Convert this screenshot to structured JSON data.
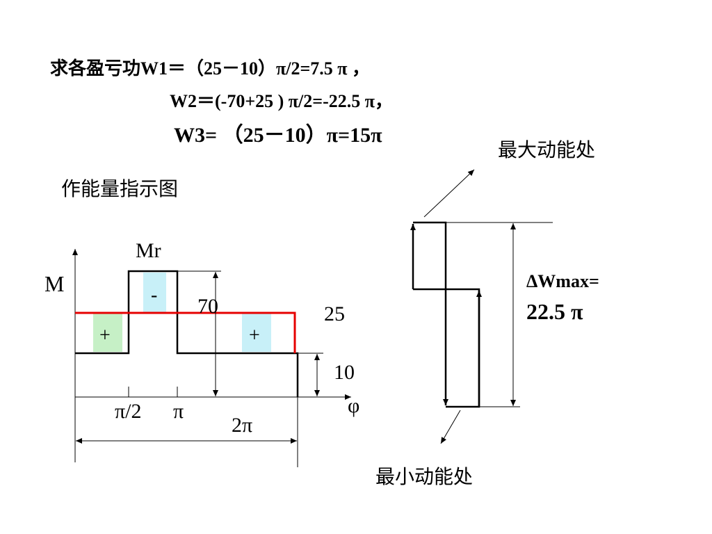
{
  "text": {
    "line1": "求各盈亏功W1＝（25－10）π/2=7.5 π ，",
    "line2": "W2＝(-70+25 ) π/2=-22.5 π，",
    "line3": "W3= （25－10）π=15π",
    "caption": "作能量指示图",
    "max_label": "最大动能处",
    "min_label": "最小动能处",
    "dw_label": "ΔWmax=",
    "dw_value": "22.5 π"
  },
  "diagram": {
    "y_axis_label": "M",
    "x_axis_label": "φ",
    "mr_label": "Mr",
    "value_70": "70",
    "value_25": "25",
    "value_10": "10",
    "tick_pi2": "π/2",
    "tick_pi": "π",
    "tick_2pi": "2π",
    "sign_plus_1": "+",
    "sign_minus": "-",
    "sign_plus_2": "+"
  },
  "colors": {
    "red_line": "#e60000",
    "green_box": "#c6f0c6",
    "cyan_box": "#c8f0f8"
  }
}
